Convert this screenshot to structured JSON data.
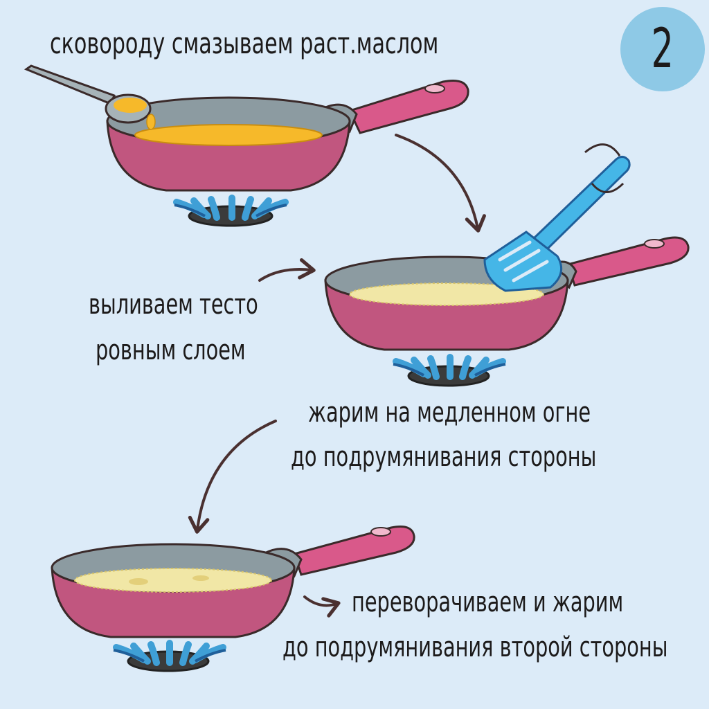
{
  "badge": {
    "step_number": "2"
  },
  "steps": {
    "grease_pan": "сковороду смазываем раст.маслом",
    "pour_batter_line1": "выливаем тесто",
    "pour_batter_line2": "ровным слоем",
    "fry_low_line1": "жарим на медленном огне",
    "fry_low_line2": "до подрумянивания стороны",
    "flip_line1": "переворачиваем и жарим",
    "flip_line2": "до подрумянивания второй стороны"
  },
  "colors": {
    "background": "#dcebf8",
    "pan_body": "#c1567f",
    "pan_inner": "#8c9ba1",
    "handle": "#d9598a",
    "oil": "#f6b92a",
    "batter": "#f1e7a6",
    "flame": "#3f9fd6",
    "spatula": "#45b6e7",
    "badge": "#8ec9e6"
  }
}
